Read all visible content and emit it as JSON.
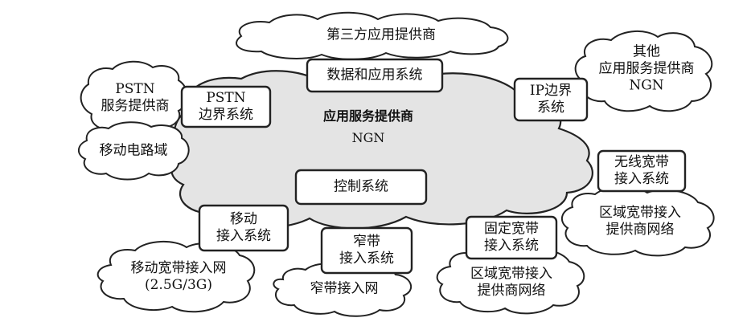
{
  "main": {
    "title": "应用服务提供商",
    "subtitle": "NGN"
  },
  "nodes": {
    "third_party": "第三方应用提供商",
    "data_app": "数据和应用系统",
    "pstn_provider_1": "PSTN",
    "pstn_provider_2": "服务提供商",
    "pstn_edge_1": "PSTN",
    "pstn_edge_2": "边界系统",
    "mobile_circuit": "移动电路域",
    "control": "控制系统",
    "ip_edge_1": "IP边界",
    "ip_edge_2": "系统",
    "other_1": "其他",
    "other_2": "应用服务提供商",
    "other_3": "NGN",
    "wireless_1": "无线宽带",
    "wireless_2": "接入系统",
    "regional_right_1": "区域宽带接入",
    "regional_right_2": "提供商网络",
    "mobile_access_1": "移动",
    "mobile_access_2": "接入系统",
    "mobile_bb_1": "移动宽带接入网",
    "mobile_bb_2": "(2.5G/3G)",
    "narrow_1": "窄带",
    "narrow_2": "接入系统",
    "narrow_net": "窄带接入网",
    "fixed_1": "固定宽带",
    "fixed_2": "接入系统",
    "regional_bottom_1": "区域宽带接入",
    "regional_bottom_2": "提供商网络"
  }
}
